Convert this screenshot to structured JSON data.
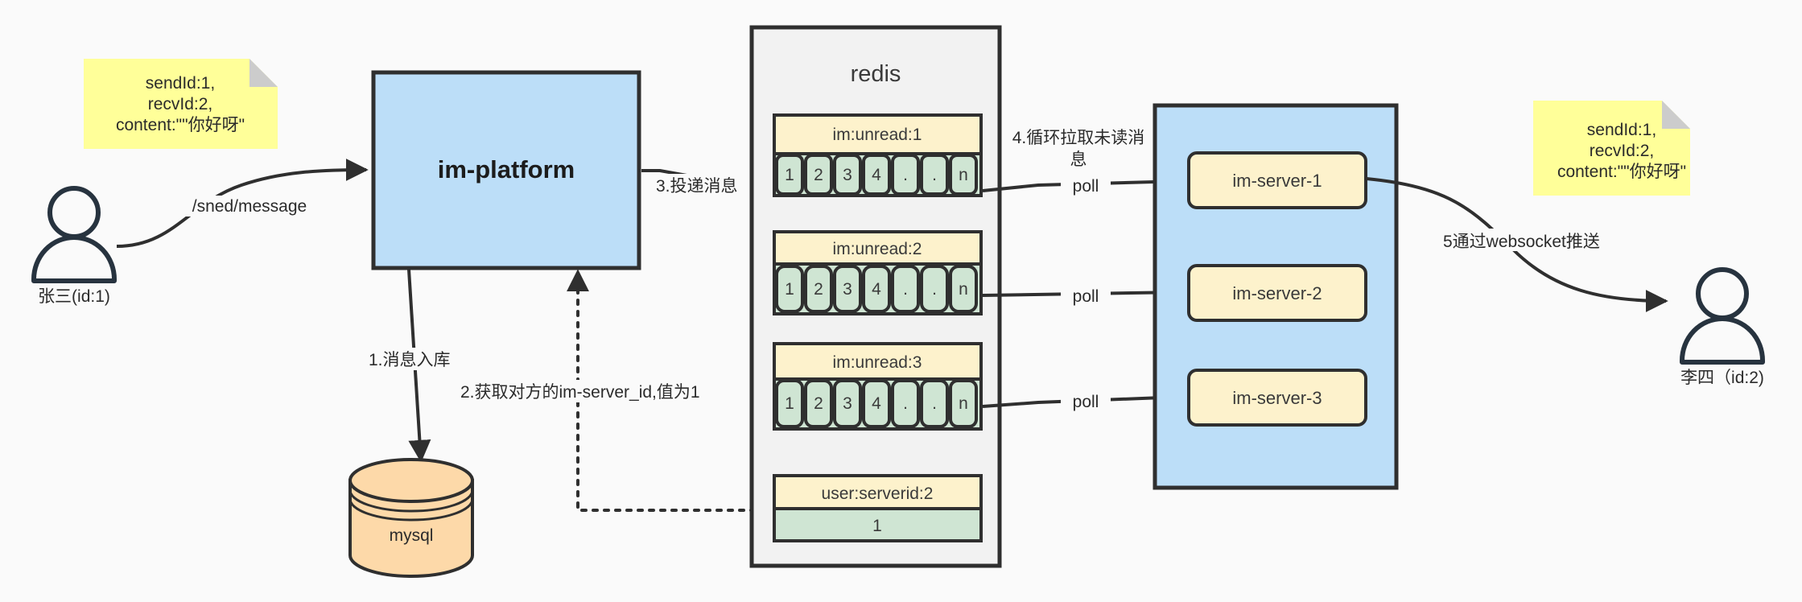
{
  "diagram": {
    "title": "IM message delivery architecture",
    "colors": {
      "background": "#fafafa",
      "stroke": "#2f2f2f",
      "blue_fill": "#bcdef8",
      "yellow_note": "#ffff99",
      "note_fold": "#cccccc",
      "pale_yellow": "#fdf2cc",
      "green_fill": "#cfe5d3",
      "gray_container": "#f2f2f2",
      "orange_fill": "#fdd9a9",
      "actor_stroke": "#27333f"
    }
  },
  "notes": {
    "left": {
      "line1": "sendId:1,",
      "line2": "recvId:2,",
      "line3": "content:\"\"你好呀\""
    },
    "right": {
      "line1": "sendId:1,",
      "line2": "recvId:2,",
      "line3": "content:\"\"你好呀\""
    }
  },
  "actors": {
    "sender": {
      "label": "张三(id:1)",
      "icon": "person-icon"
    },
    "receiver": {
      "label": "李四（id:2)",
      "icon": "person-icon"
    }
  },
  "platform": {
    "label": "im-platform"
  },
  "database": {
    "label": "mysql",
    "icon": "database-cylinder-icon"
  },
  "redis": {
    "title": "redis",
    "lists": [
      {
        "key": "im:unread:1",
        "cells": [
          "1",
          "2",
          "3",
          "4",
          ".",
          ".",
          "n"
        ]
      },
      {
        "key": "im:unread:2",
        "cells": [
          "1",
          "2",
          "3",
          "4",
          ".",
          ".",
          "n"
        ]
      },
      {
        "key": "im:unread:3",
        "cells": [
          "1",
          "2",
          "3",
          "4",
          ".",
          ".",
          "n"
        ]
      }
    ],
    "kv": {
      "key": "user:serverid:2",
      "value": "1"
    }
  },
  "servers": {
    "items": [
      {
        "label": "im-server-1"
      },
      {
        "label": "im-server-2"
      },
      {
        "label": "im-server-3"
      }
    ]
  },
  "edges": {
    "send_message": "/sned/message",
    "step1": "1.消息入库",
    "step2": "2.获取对方的im-server_id,值为1",
    "step3": "3.投递消息",
    "step4_line1": "4.循环拉取未读消",
    "step4_line2": "息",
    "step5": "5通过websocket推送",
    "poll1": "poll",
    "poll2": "poll",
    "poll3": "poll"
  }
}
